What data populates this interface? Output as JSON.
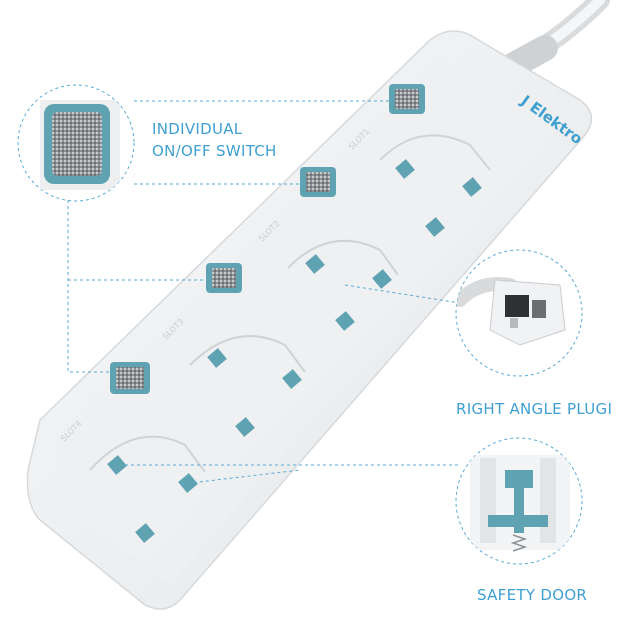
{
  "brand": {
    "name": "J Elektro"
  },
  "callouts": {
    "switch_line1": "INDIVIDUAL",
    "switch_line2": "ON/OFF SWITCH",
    "plug": "RIGHT ANGLE PLUGI",
    "door": "SAFETY DOOR"
  },
  "slots": [
    "SLOT1",
    "SLOT2",
    "SLOT3",
    "SLOT4"
  ],
  "colors": {
    "accent": "#3e9fd0",
    "socket_teal": "#5fa3b3",
    "body": "#f1f2f3"
  }
}
